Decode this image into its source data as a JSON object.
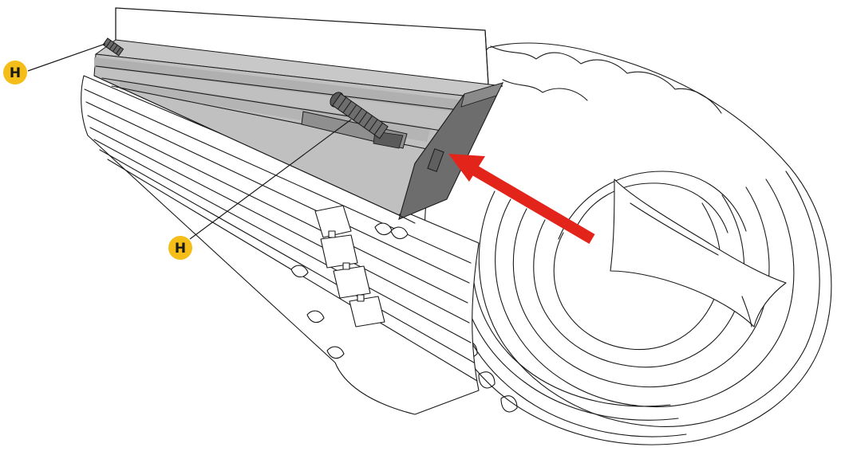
{
  "callouts": [
    {
      "id": "H",
      "label": "H"
    },
    {
      "id": "H",
      "label": "H"
    }
  ],
  "colors": {
    "badge": "#f5bd18",
    "arrow": "#e3241b",
    "panel_light": "#c8c8c8",
    "panel_mid": "#a9a9a9",
    "panel_dark": "#6d6d6d",
    "outline": "#1a1a1a"
  },
  "icons": {
    "pointer": "red-arrow-icon",
    "fastener": "screw-icon"
  }
}
